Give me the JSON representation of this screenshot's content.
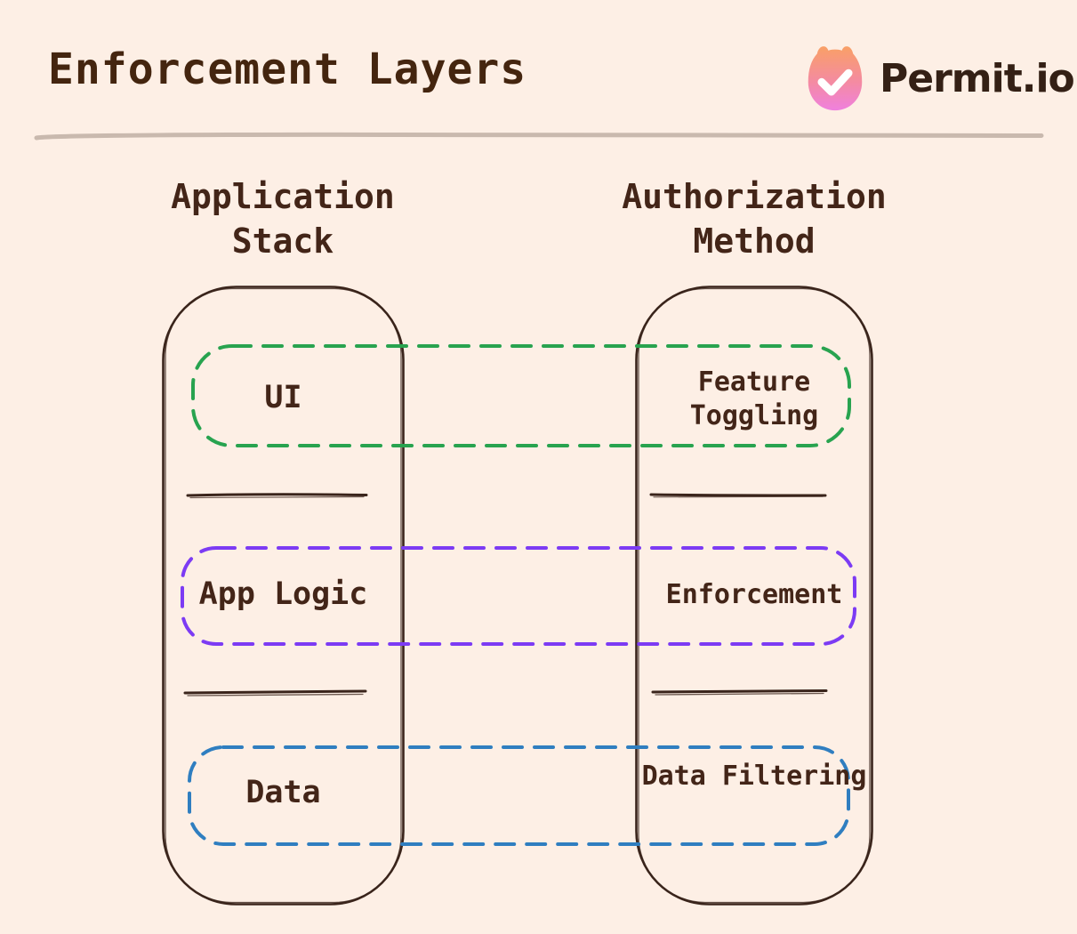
{
  "page": {
    "title": "Enforcement Layers"
  },
  "brand": {
    "wordmark": "Permit.io",
    "icon": "permit-cat-icon",
    "gradient_top": "#F9A066",
    "gradient_mid": "#F48BA1",
    "gradient_bottom": "#EF80DE"
  },
  "columns": [
    {
      "id": "application-stack",
      "label": "Application Stack"
    },
    {
      "id": "authorization-method",
      "label": "Authorization Method"
    }
  ],
  "rows": [
    {
      "stack_label": "UI",
      "method_label": "Feature Toggling",
      "color": "#28A34F",
      "color_name": "green"
    },
    {
      "stack_label": "App Logic",
      "method_label": "Enforcement",
      "color": "#7C3BF4",
      "color_name": "purple"
    },
    {
      "stack_label": "Data",
      "method_label": "Data Filtering",
      "color": "#2F7EC0",
      "color_name": "blue"
    }
  ],
  "colors": {
    "background": "#FDEFE5",
    "ink": "#432518",
    "container_stroke": "#3A241B",
    "title_underline": "#C9B9AE"
  }
}
